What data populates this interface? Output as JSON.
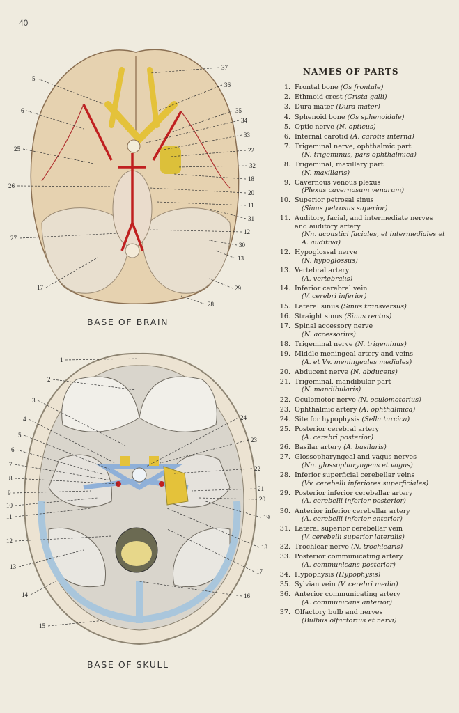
{
  "page_number": "40",
  "figures": {
    "brain": {
      "caption": "BASE OF BRAIN",
      "labels": [
        "5",
        "6",
        "25",
        "26",
        "27",
        "17",
        "37",
        "36",
        "35",
        "34",
        "33",
        "22",
        "32",
        "18",
        "20",
        "11",
        "31",
        "12",
        "30",
        "13",
        "29",
        "28"
      ]
    },
    "skull": {
      "caption": "BASE OF SKULL",
      "labels": [
        "1",
        "2",
        "3",
        "4",
        "5",
        "6",
        "7",
        "8",
        "9",
        "10",
        "11",
        "12",
        "13",
        "14",
        "15",
        "24",
        "23",
        "22",
        "21",
        "20",
        "19",
        "18",
        "17",
        "16"
      ]
    }
  },
  "legend": {
    "title": "NAMES OF PARTS",
    "items": [
      {
        "n": "1.",
        "name": "Frontal bone",
        "latin": "(Os frontale)",
        "inline": true
      },
      {
        "n": "2.",
        "name": "Ethmoid crest",
        "latin": "(Crista galli)",
        "inline": true
      },
      {
        "n": "3.",
        "name": "Dura mater",
        "latin": "(Dura mater)",
        "inline": true
      },
      {
        "n": "4.",
        "name": "Sphenoid bone",
        "latin": "(Os sphenoidale)",
        "inline": true
      },
      {
        "n": "5.",
        "name": "Optic nerve",
        "latin": "(N. opticus)",
        "inline": true
      },
      {
        "n": "6.",
        "name": "Internal carotid",
        "latin": "(A. carotis interna)",
        "inline": true
      },
      {
        "n": "7.",
        "name": "Trigeminal nerve, ophthalmic part",
        "latin": "(N. trigeminus, pars ophthalmica)",
        "inline": false
      },
      {
        "n": "8.",
        "name": "Trigeminal, maxillary part",
        "latin": "(N. maxillaris)",
        "inline": false
      },
      {
        "n": "9.",
        "name": "Cavernous venous plexus",
        "latin": "(Plexus cavernosum venarum)",
        "inline": false
      },
      {
        "n": "10.",
        "name": "Superior petrosal sinus",
        "latin": "(Sinus petrosus superior)",
        "inline": false
      },
      {
        "n": "11.",
        "name": "Auditory, facial, and intermediate nerves and auditory artery",
        "latin": "(Nn. acoustici faciales, et intermediales et A. auditiva)",
        "inline": false
      },
      {
        "n": "12.",
        "name": "Hypoglossal nerve",
        "latin": "(N. hypoglossus)",
        "inline": false
      },
      {
        "n": "13.",
        "name": "Vertebral artery",
        "latin": "(A. vertebralis)",
        "inline": false
      },
      {
        "n": "14.",
        "name": "Inferior cerebral vein",
        "latin": "(V. cerebri inferior)",
        "inline": false
      },
      {
        "n": "15.",
        "name": "Lateral sinus",
        "latin": "(Sinus transversus)",
        "inline": true
      },
      {
        "n": "16.",
        "name": "Straight sinus",
        "latin": "(Sinus rectus)",
        "inline": true
      },
      {
        "n": "17.",
        "name": "Spinal accessory nerve",
        "latin": "(N. accessorius)",
        "inline": false
      },
      {
        "n": "18.",
        "name": "Trigeminal nerve",
        "latin": "(N. trigeminus)",
        "inline": true
      },
      {
        "n": "19.",
        "name": "Middle meningeal artery and veins",
        "latin": "(A. et Vv. meningeales mediales)",
        "inline": false
      },
      {
        "n": "20.",
        "name": "Abducent nerve",
        "latin": "(N. abducens)",
        "inline": true
      },
      {
        "n": "21.",
        "name": "Trigeminal, mandibular part",
        "latin": "(N. mandibularis)",
        "inline": false
      },
      {
        "n": "22.",
        "name": "Oculomotor nerve",
        "latin": "(N. oculomotorius)",
        "inline": true
      },
      {
        "n": "23.",
        "name": "Ophthalmic artery",
        "latin": "(A. ophthalmica)",
        "inline": true
      },
      {
        "n": "24.",
        "name": "Site for hypophysis",
        "latin": "(Sella turcica)",
        "inline": true
      },
      {
        "n": "25.",
        "name": "Posterior cerebral artery",
        "latin": "(A. cerebri posterior)",
        "inline": false
      },
      {
        "n": "26.",
        "name": "Basilar artery",
        "latin": "(A. basilaris)",
        "inline": true
      },
      {
        "n": "27.",
        "name": "Glossopharyngeal and vagus nerves",
        "latin": "(Nn. glossopharyngeus et vagus)",
        "inline": false
      },
      {
        "n": "28.",
        "name": "Inferior superficial cerebellar veins",
        "latin": "(Vv. cerebelli inferiores superficiales)",
        "inline": false
      },
      {
        "n": "29.",
        "name": "Posterior inferior cerebellar artery",
        "latin": "(A. cerebelli inferior posterior)",
        "inline": false
      },
      {
        "n": "30.",
        "name": "Anterior inferior cerebellar artery",
        "latin": "(A. cerebelli inferior anterior)",
        "inline": false
      },
      {
        "n": "31.",
        "name": "Lateral superior cerebellar vein",
        "latin": "(V. cerebelli superior lateralis)",
        "inline": false
      },
      {
        "n": "32.",
        "name": "Trochlear nerve",
        "latin": "(N. trochlearis)",
        "inline": true
      },
      {
        "n": "33.",
        "name": "Posterior communicating artery",
        "latin": "(A. communicans posterior)",
        "inline": false
      },
      {
        "n": "34.",
        "name": "Hypophysis",
        "latin": "(Hypophysis)",
        "inline": true
      },
      {
        "n": "35.",
        "name": "Sylvian vein",
        "latin": "(V. cerebri media)",
        "inline": true
      },
      {
        "n": "36.",
        "name": "Anterior communicating artery",
        "latin": "(A. communicans anterior)",
        "inline": false
      },
      {
        "n": "37.",
        "name": "Olfactory bulb and nerves",
        "latin": "(Bulbus olfactorius et nervi)",
        "inline": false
      }
    ]
  }
}
